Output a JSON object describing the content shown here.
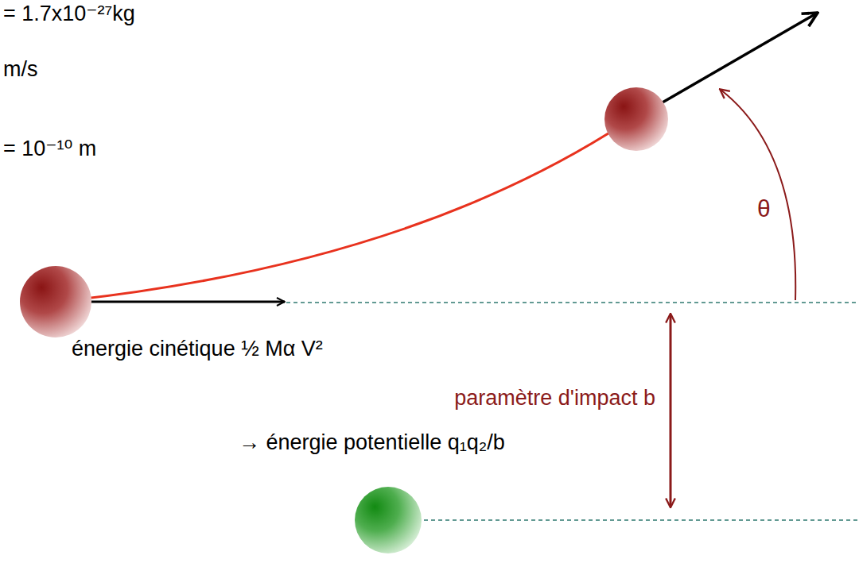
{
  "diagram": {
    "labels": [
      "= 1.7x10⁻²⁷kg",
      "m/s",
      "= 10⁻¹⁰ m",
      "θ",
      "énergie cinétique ½ Mα V²",
      "paramètre d'impact b",
      "→ énergie potentielle q₁q₂/b"
    ]
  }
}
